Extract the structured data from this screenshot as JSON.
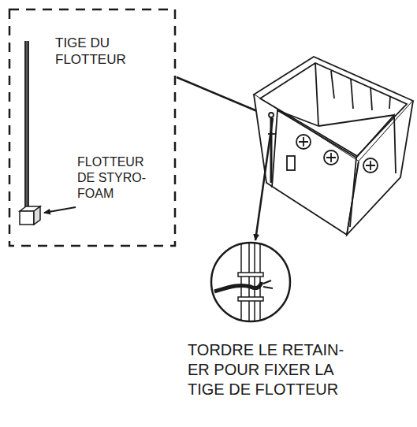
{
  "diagram": {
    "labels": [
      "TIGE DU FLOTTEUR",
      "FLOTTEUR DE STYRO- FOAM",
      "TORDRE LE RETAIN- ER POUR FIXER LA TIGE DE FLOTTEUR"
    ]
  }
}
